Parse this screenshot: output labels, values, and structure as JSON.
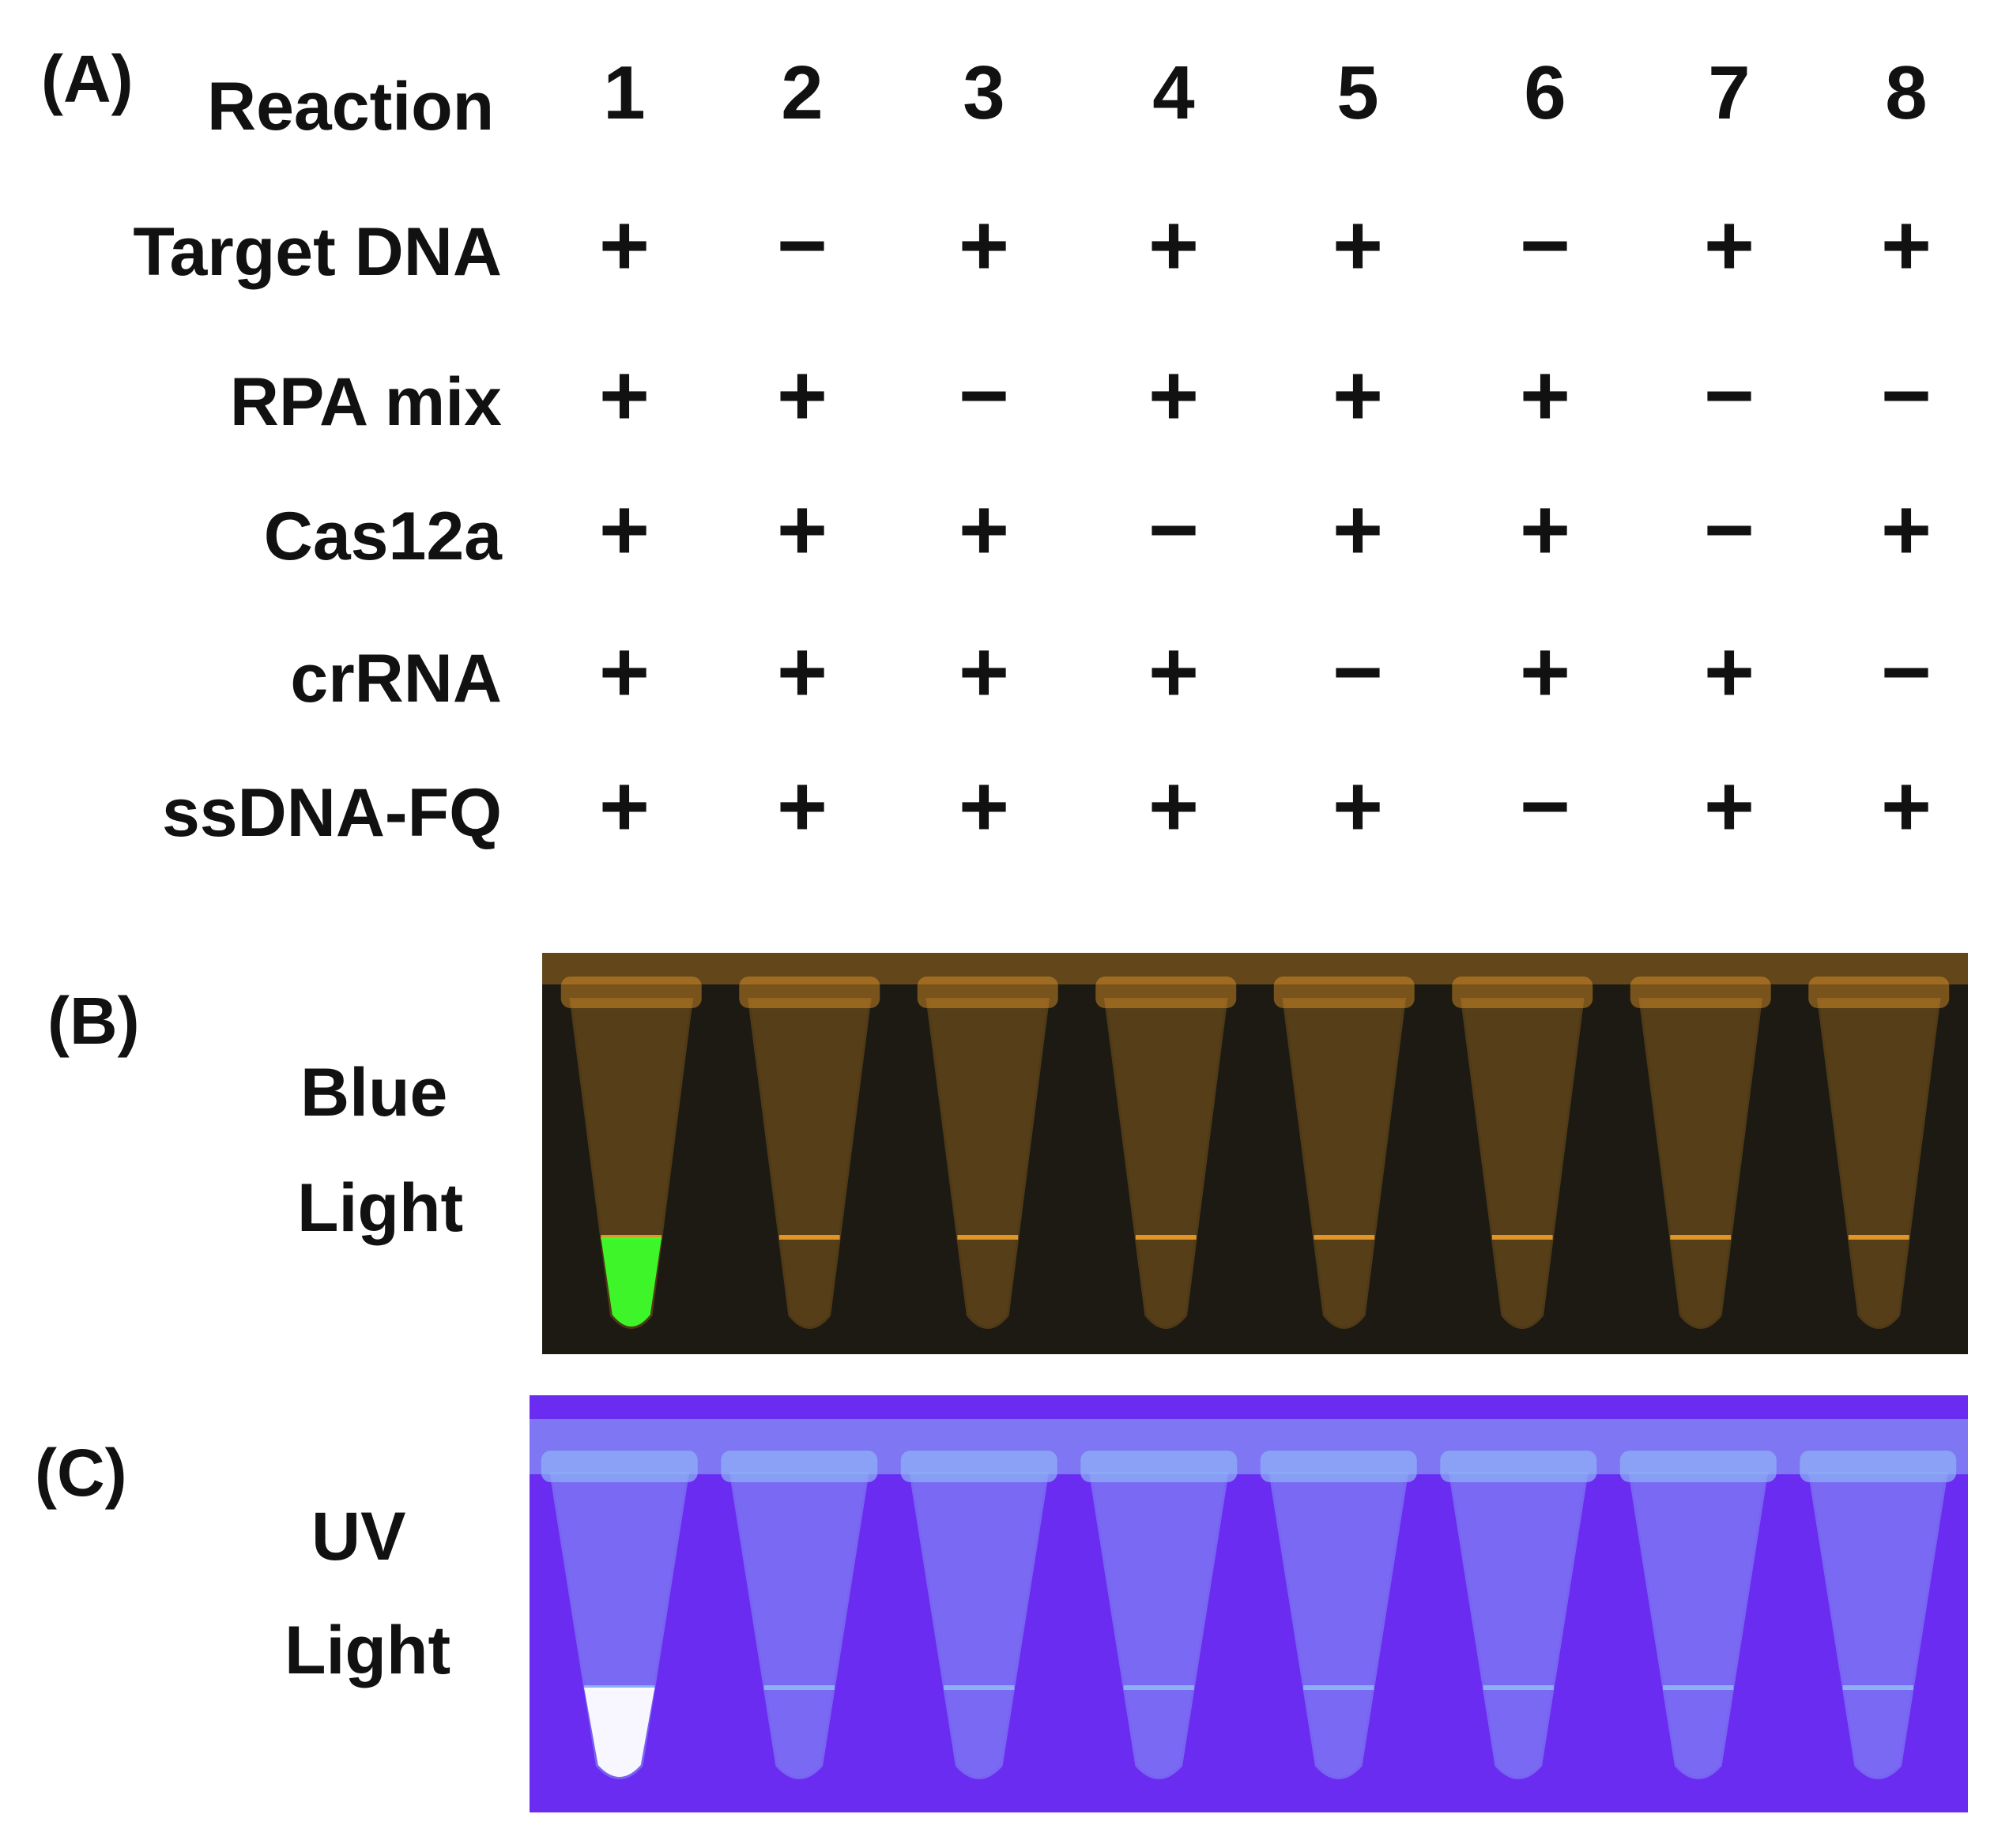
{
  "panels": {
    "a": "(A)",
    "b": "(B)",
    "c": "(C)"
  },
  "table": {
    "header_label": "Reaction",
    "reactions": [
      "1",
      "2",
      "3",
      "4",
      "5",
      "6",
      "7",
      "8"
    ],
    "rows": [
      {
        "label": "Target DNA",
        "values": [
          "+",
          "−",
          "+",
          "+",
          "+",
          "−",
          "+",
          "+"
        ]
      },
      {
        "label": "RPA mix",
        "values": [
          "+",
          "+",
          "−",
          "+",
          "+",
          "+",
          "−",
          "−"
        ]
      },
      {
        "label": "Cas12a",
        "values": [
          "+",
          "+",
          "+",
          "−",
          "+",
          "+",
          "−",
          "+"
        ]
      },
      {
        "label": "crRNA",
        "values": [
          "+",
          "+",
          "+",
          "+",
          "−",
          "+",
          "+",
          "−"
        ]
      },
      {
        "label": "ssDNA-FQ",
        "values": [
          "+",
          "+",
          "+",
          "+",
          "+",
          "−",
          "+",
          "+"
        ]
      }
    ]
  },
  "photo_b": {
    "label_line1": "Blue",
    "label_line2": "Light",
    "background_color": "#1c1a12",
    "tube_color": "#e89a2a",
    "positive_fluorescence_color": "#3cff2a",
    "positive_tube": 1
  },
  "photo_c": {
    "label_line1": "UV",
    "label_line2": "Light",
    "background_color": "#6a2cf0",
    "tube_color": "#8fb4f5",
    "positive_fluorescence_color": "#ffffff",
    "positive_tube": 1
  }
}
